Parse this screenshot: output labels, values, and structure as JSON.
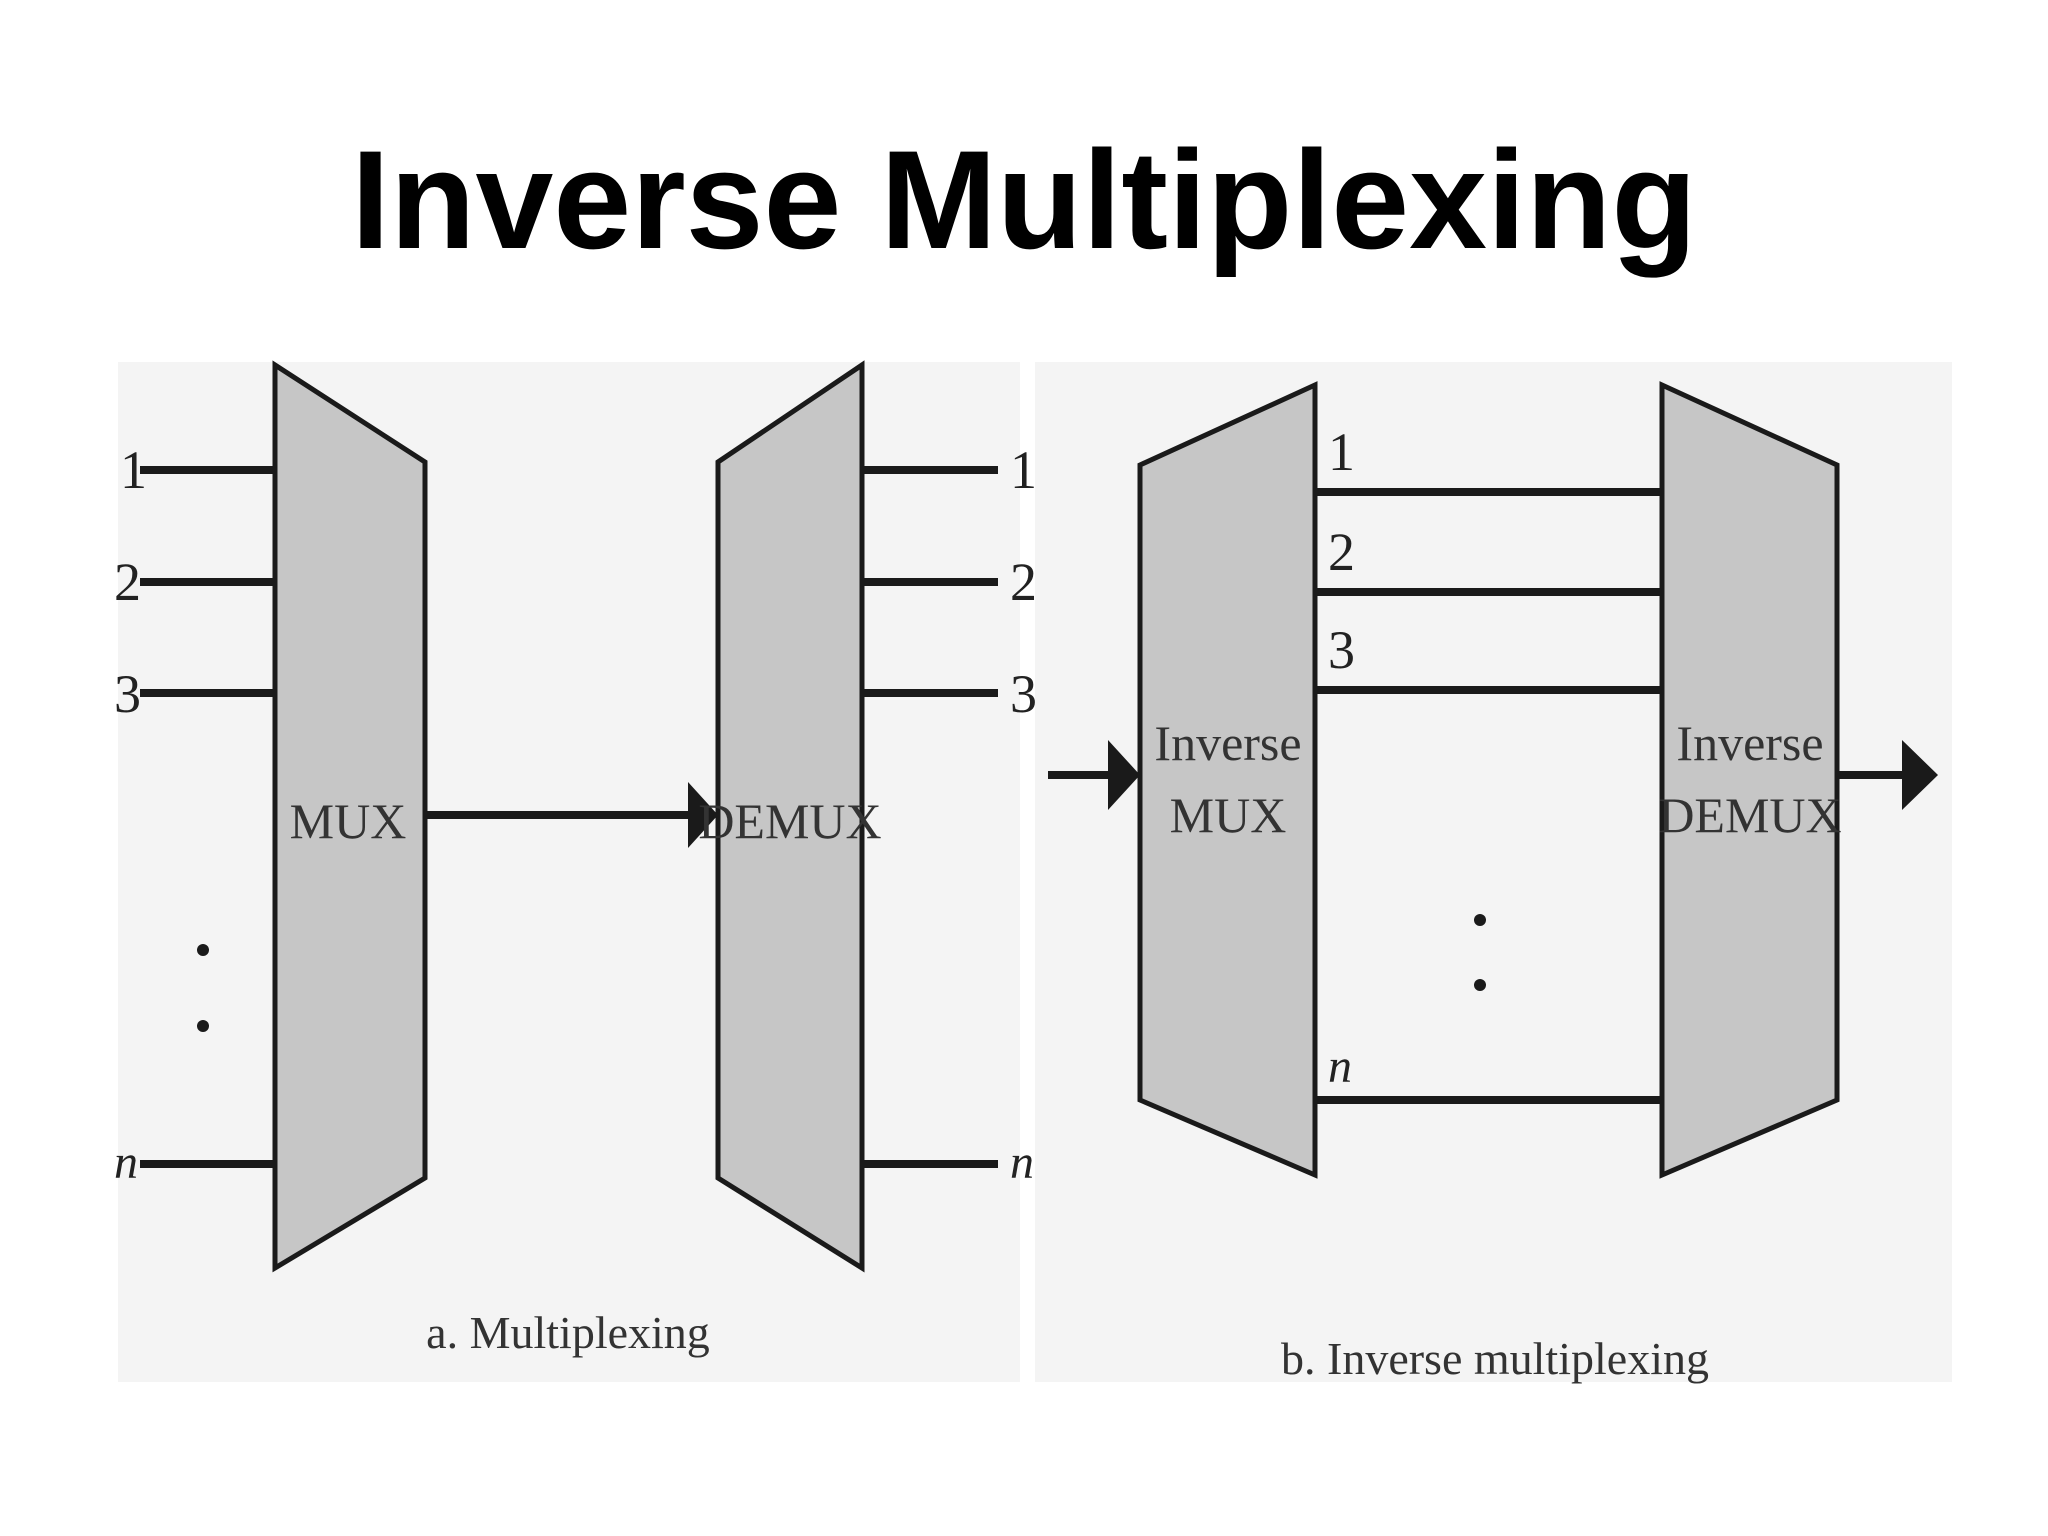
{
  "title": "Inverse Multiplexing",
  "colors": {
    "panel_bg": "#f4f4f4",
    "block_fill": "#c6c6c6",
    "stroke": "#1a1a1a"
  },
  "panel_a": {
    "caption": "a. Multiplexing",
    "mux_label": "MUX",
    "demux_label": "DEMUX",
    "input_labels": [
      "1",
      "2",
      "3",
      "n"
    ],
    "output_labels": [
      "1",
      "2",
      "3",
      "n"
    ]
  },
  "panel_b": {
    "caption": "b. Inverse multiplexing",
    "inverse_mux_label_line1": "Inverse",
    "inverse_mux_label_line2": "MUX",
    "inverse_demux_label_line1": "Inverse",
    "inverse_demux_label_line2": "DEMUX",
    "channel_labels": [
      "1",
      "2",
      "3",
      "n"
    ]
  }
}
